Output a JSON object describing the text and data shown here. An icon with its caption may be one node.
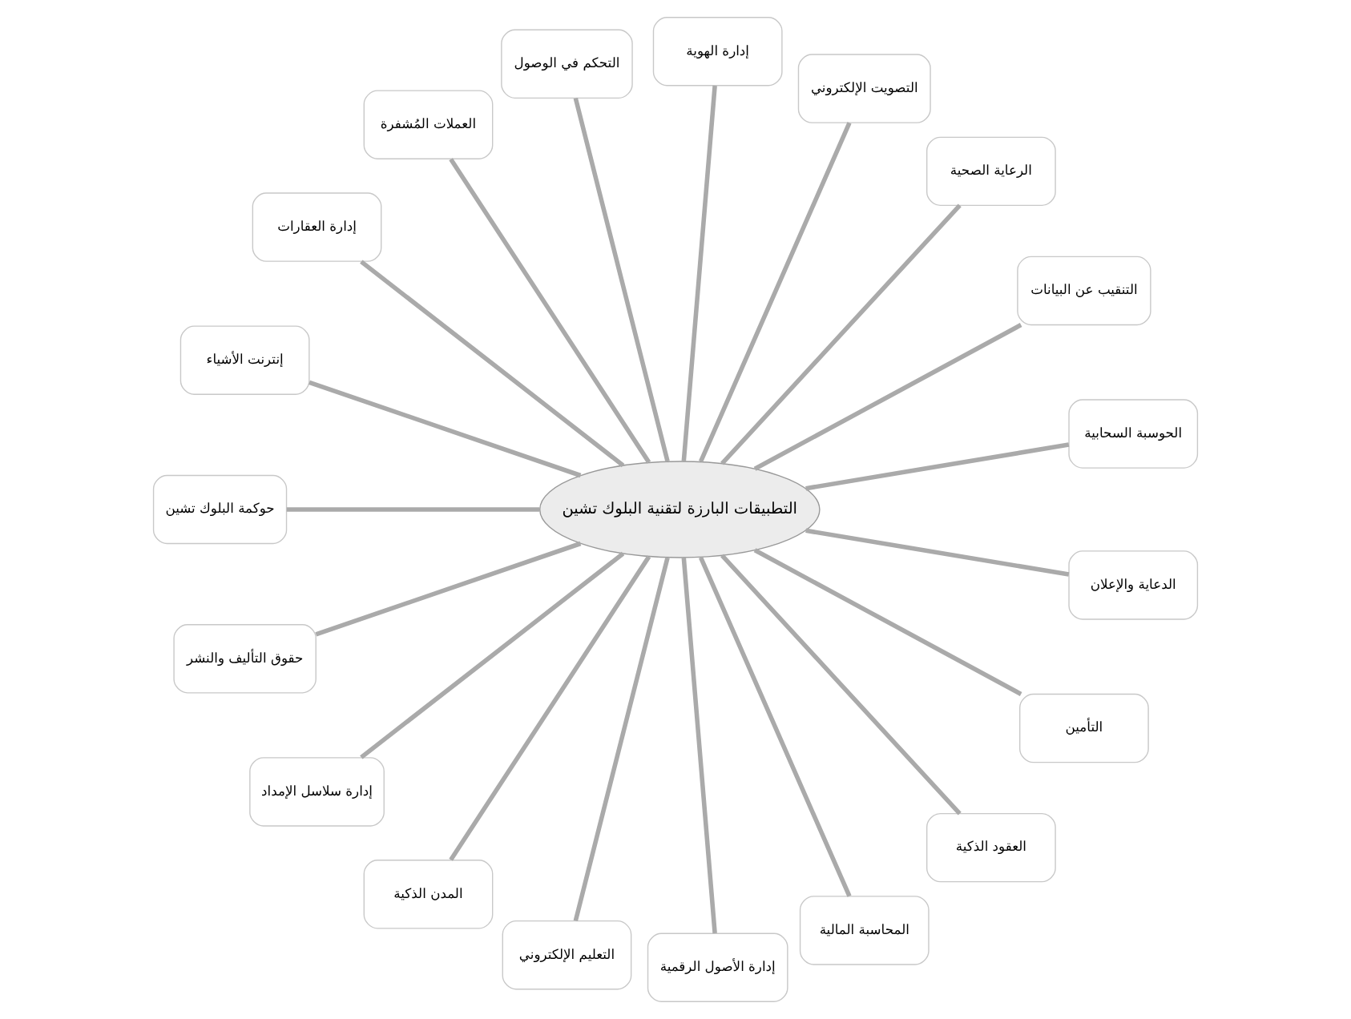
{
  "diagram": {
    "nodes": [
      {
        "text": [
          "التطبيقات البارزة لتقنية البلوك تشين"
        ]
      },
      {
        "text": [
          "الحوسبة السحابية"
        ]
      },
      {
        "text": [
          "التنقيب عن البيانات"
        ]
      },
      {
        "text": [
          "الرعاية الصحية"
        ]
      },
      {
        "text": [
          "التصويت الإلكتروني"
        ]
      },
      {
        "text": [
          "إدارة الهوية"
        ]
      },
      {
        "text": [
          "التحكم في الوصول"
        ]
      },
      {
        "text": [
          "العملات المُشفرة"
        ]
      },
      {
        "text": [
          "إدارة العقارات"
        ]
      },
      {
        "text": [
          "إنترنت الأشياء"
        ]
      },
      {
        "text": [
          "حوكمة البلوك تشين"
        ]
      },
      {
        "text": [
          "حقوق التأليف والنشر"
        ]
      },
      {
        "text": [
          "إدارة سلاسل الإمداد"
        ]
      },
      {
        "text": [
          "المدن الذكية"
        ]
      },
      {
        "text": [
          "التعليم الإلكتروني"
        ]
      },
      {
        "text": [
          "إدارة الأصول الرقمية"
        ]
      },
      {
        "text": [
          "المحاسبة المالية"
        ]
      },
      {
        "text": [
          "العقود الذكية"
        ]
      },
      {
        "text": [
          "التأمين"
        ]
      },
      {
        "text": [
          "الدعاية والإعلان"
        ]
      }
    ],
    "edges": [
      {
        "from": 0,
        "to": 1,
        "arrow": "none"
      },
      {
        "from": 0,
        "to": 2,
        "arrow": "none"
      },
      {
        "from": 0,
        "to": 3,
        "arrow": "none"
      },
      {
        "from": 0,
        "to": 4,
        "arrow": "none"
      },
      {
        "from": 0,
        "to": 5,
        "arrow": "none"
      },
      {
        "from": 0,
        "to": 6,
        "arrow": "none"
      },
      {
        "from": 0,
        "to": 7,
        "arrow": "none"
      },
      {
        "from": 0,
        "to": 8,
        "arrow": "none"
      },
      {
        "from": 0,
        "to": 9,
        "arrow": "none"
      },
      {
        "from": 0,
        "to": 10,
        "arrow": "none"
      },
      {
        "from": 0,
        "to": 11,
        "arrow": "none"
      },
      {
        "from": 0,
        "to": 12,
        "arrow": "none"
      },
      {
        "from": 0,
        "to": 13,
        "arrow": "none"
      },
      {
        "from": 0,
        "to": 14,
        "arrow": "none"
      },
      {
        "from": 0,
        "to": 15,
        "arrow": "none"
      },
      {
        "from": 0,
        "to": 16,
        "arrow": "none"
      },
      {
        "from": 0,
        "to": 17,
        "arrow": "none"
      },
      {
        "from": 0,
        "to": 18,
        "arrow": "none"
      },
      {
        "from": 0,
        "to": 19,
        "arrow": "none"
      }
    ]
  }
}
